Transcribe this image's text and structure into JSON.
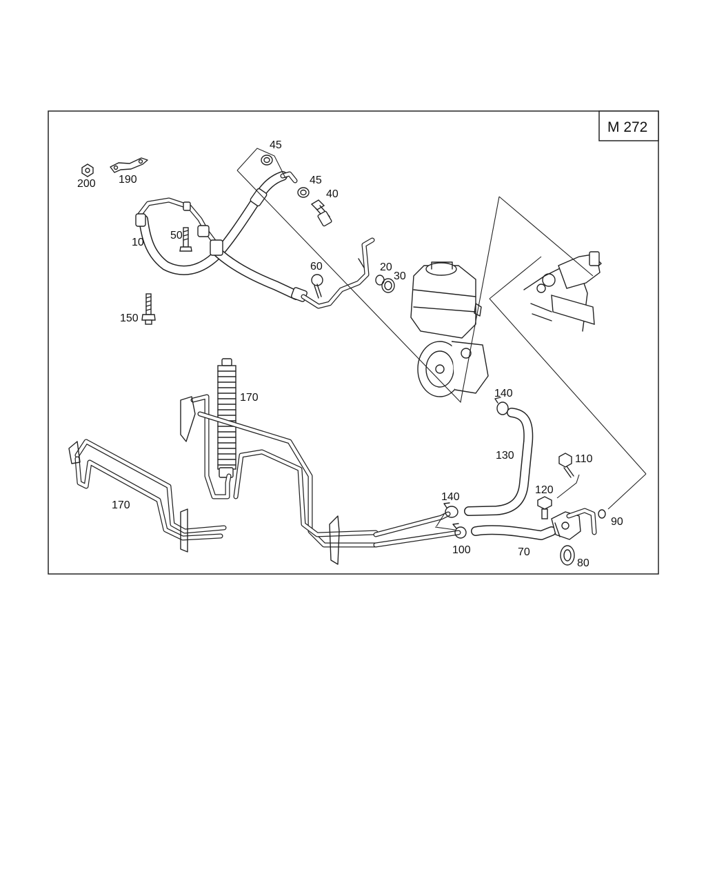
{
  "diagram": {
    "model_label": "M 272",
    "callouts": {
      "c200": "200",
      "c190": "190",
      "c45a": "45",
      "c45b": "45",
      "c40": "40",
      "c10": "10",
      "c50": "50",
      "c60": "60",
      "c20": "20",
      "c30": "30",
      "c150": "150",
      "c170a": "170",
      "c170b": "170",
      "c140a": "140",
      "c140b": "140",
      "c130": "130",
      "c110": "110",
      "c120": "120",
      "c90": "90",
      "c100": "100",
      "c70": "70",
      "c80": "80"
    }
  }
}
